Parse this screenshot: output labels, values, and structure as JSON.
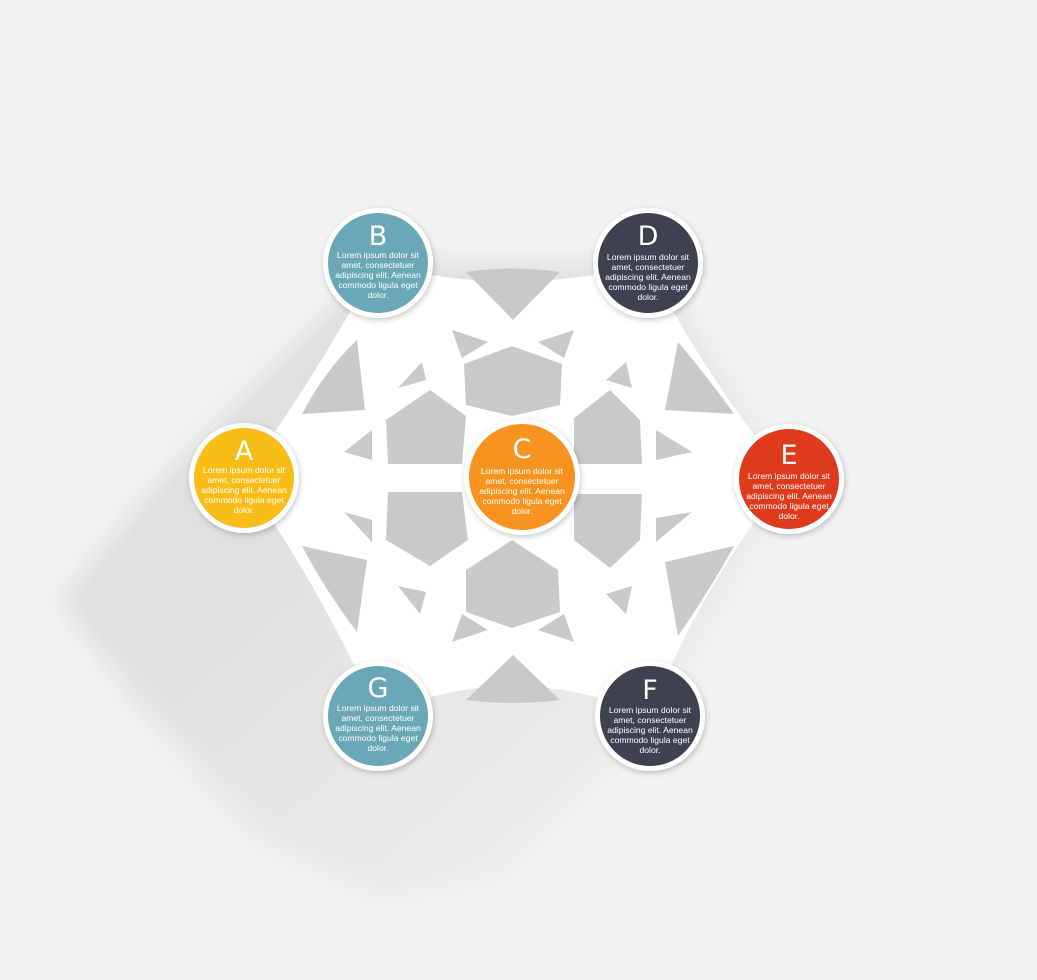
{
  "diagram": {
    "colors": {
      "background": "#f2f2f2",
      "panel": "#ffffff",
      "cutout": "#c9c9c9",
      "teal": "#6aa8b7",
      "navy": "#3d4150",
      "yellow": "#f9bd18",
      "orange": "#f7931e",
      "red": "#e03a1c"
    },
    "nodes": [
      {
        "key": "a",
        "letter": "A",
        "color": "#f9bd18",
        "text": [
          "Lorem ipsum dolor sit",
          "amet, consectetuer",
          "adipiscing elit. Aenean",
          "commodo ligula eget",
          "dolor."
        ]
      },
      {
        "key": "b",
        "letter": "B",
        "color": "#6aa8b7",
        "text": [
          "Lorem ipsum dolor sit",
          "amet, consectetuer",
          "adipiscing elit. Aenean",
          "commodo ligula eget",
          "dolor."
        ]
      },
      {
        "key": "c",
        "letter": "C",
        "color": "#f7931e",
        "text": [
          "Lorem ipsum dolor sit",
          "amet, consectetuer",
          "adipiscing elit. Aenean",
          "commodo ligula eget",
          "dolor."
        ]
      },
      {
        "key": "d",
        "letter": "D",
        "color": "#3d4150",
        "text": [
          "Lorem ipsum dolor sit",
          "amet, consectetuer",
          "adipiscing elit. Aenean",
          "commodo ligula eget",
          "dolor."
        ]
      },
      {
        "key": "e",
        "letter": "E",
        "color": "#e03a1c",
        "text": [
          "Lorem ipsum dolor sit",
          "amet, consectetuer",
          "adipiscing elit. Aenean",
          "commodo ligula eget",
          "dolor."
        ]
      },
      {
        "key": "f",
        "letter": "F",
        "color": "#3d4150",
        "text": [
          "Lorem ipsum dolor sit",
          "amet, consectetuer",
          "adipiscing elit. Aenean",
          "commodo ligula eget",
          "dolor."
        ]
      },
      {
        "key": "g",
        "letter": "G",
        "color": "#6aa8b7",
        "text": [
          "Lorem ipsum dolor sit",
          "amet, consectetuer",
          "adipiscing elit. Aenean",
          "commodo ligula eget",
          "dolor."
        ]
      }
    ]
  }
}
